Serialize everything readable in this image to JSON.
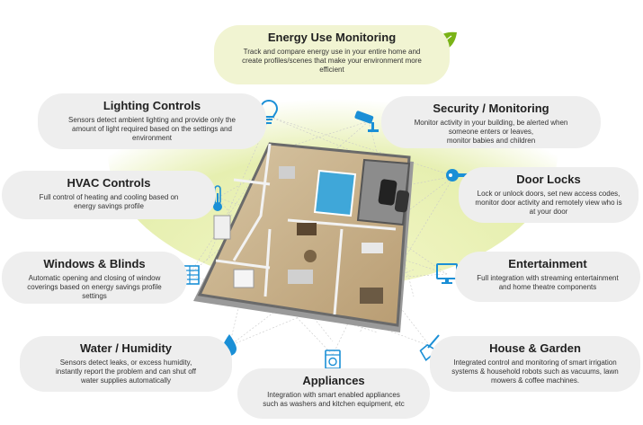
{
  "accent_color": "#1a8fd6",
  "leaf_color": "#7ab317",
  "features": {
    "energy": {
      "title": "Energy Use Monitoring",
      "desc": "Track and compare energy use in your entire home and\ncreate profiles/scenes that make your environment more\nefficient",
      "icon": "leaf-icon"
    },
    "lighting": {
      "title": "Lighting Controls",
      "desc": "Sensors detect ambient lighting and provide only the\namount of light required based on the settings and\nenvironment",
      "icon": "lightbulb-icon"
    },
    "security": {
      "title": "Security / Monitoring",
      "desc": "Monitor activity in your building, be alerted when\nsomeone enters or leaves,\nmonitor babies and children",
      "icon": "security-camera-icon"
    },
    "hvac": {
      "title": "HVAC Controls",
      "desc": "Full control of heating and cooling based on\nenergy savings profile",
      "icon": "thermometer-icon"
    },
    "doorlocks": {
      "title": "Door Locks",
      "desc": "Lock or unlock doors, set new access codes,\nmonitor door activity and remotely view who is\nat your door",
      "icon": "key-icon"
    },
    "windows": {
      "title": "Windows & Blinds",
      "desc": "Automatic opening and closing of window\ncoverings based on energy savings profile\nsettings",
      "icon": "window-icon"
    },
    "entertainment": {
      "title": "Entertainment",
      "desc": "Full integration with streaming entertainment\nand home theatre components",
      "icon": "monitor-icon"
    },
    "water": {
      "title": "Water / Humidity",
      "desc": "Sensors detect leaks, or excess humidity,\ninstantly report the problem and can shut off\nwater supplies automatically",
      "icon": "water-drop-icon"
    },
    "garden": {
      "title": "House & Garden",
      "desc": "Integrated control and monitoring of smart irrigation\nsystems  & household robots such as vacuums, lawn\nmowers & coffee machines.",
      "icon": "broom-icon"
    },
    "appliances": {
      "title": "Appliances",
      "desc": "Integration with smart enabled appliances\nsuch as washers and kitchen equipment, etc",
      "icon": "washing-machine-icon"
    }
  }
}
